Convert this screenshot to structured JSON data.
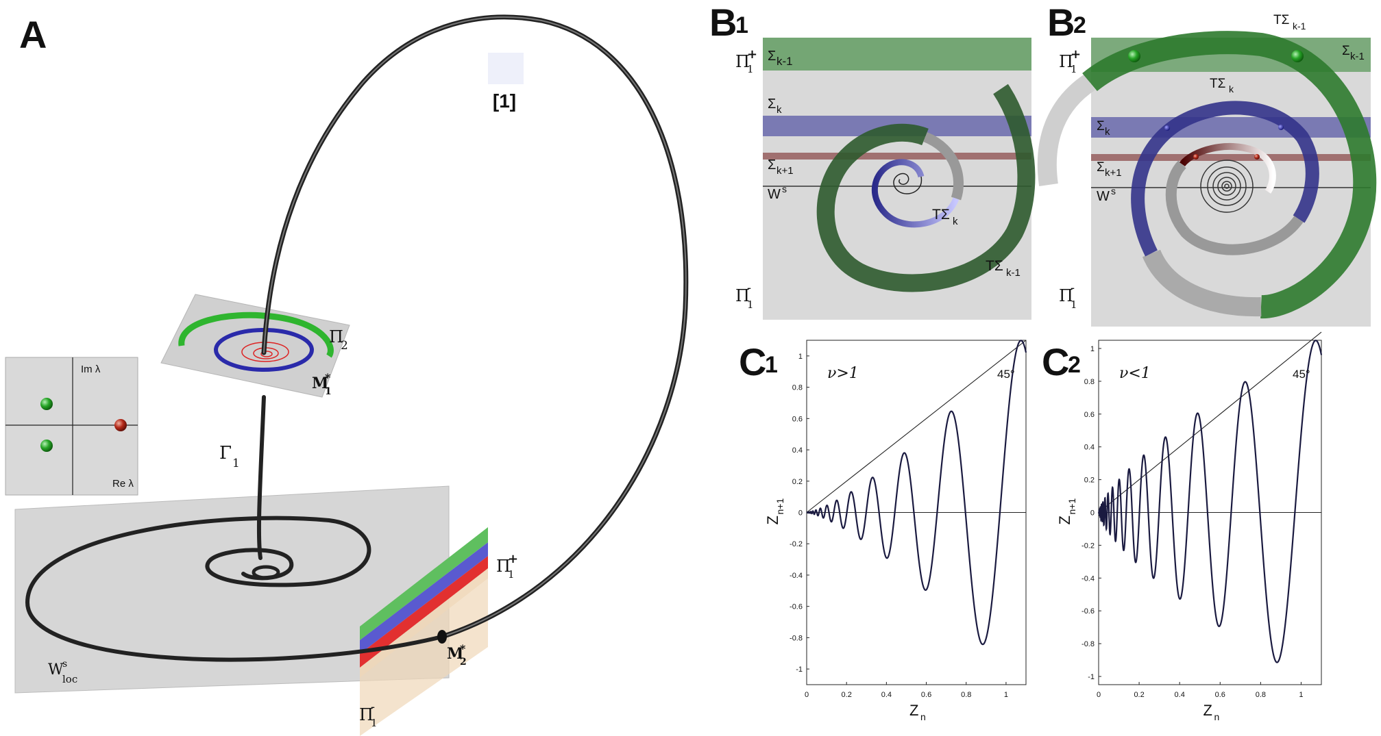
{
  "panels": {
    "A": "A",
    "B1": {
      "letter": "B",
      "sub": "1"
    },
    "B2": {
      "letter": "B",
      "sub": "2"
    },
    "C1": {
      "letter": "C",
      "sub": "1"
    },
    "C2": {
      "letter": "C",
      "sub": "2"
    }
  },
  "panel_a": {
    "orbit_marker": "[1]",
    "gamma": "Γ",
    "gamma_sub": "1",
    "pi2": "Π",
    "pi2_sub": "2",
    "m1": "M",
    "m1_sub": "1",
    "m1_sup": "*",
    "m2": "M",
    "m2_sub": "2",
    "m2_sup": "*",
    "pi1_plus": "Π",
    "pi1_plus_sub": "1",
    "pi1_plus_sup": "+",
    "pi1_minus": "Π",
    "pi1_minus_sub": "1",
    "pi1_minus_sup": "-",
    "wsloc": "W",
    "wsloc_sup": "s",
    "wsloc_sub": "loc",
    "im_lambda": "Im λ",
    "re_lambda": "Re λ"
  },
  "panel_b1": {
    "pi_plus": "Π",
    "pi_plus_sub": "1",
    "pi_plus_sup": "+",
    "pi_minus": "Π",
    "pi_minus_sub": "1",
    "pi_minus_sup": "-",
    "sigma_km1": "Σ",
    "sigma_km1_sub": "k-1",
    "sigma_k": "Σ",
    "sigma_k_sub": "k",
    "sigma_kp1": "Σ",
    "sigma_kp1_sub": "k+1",
    "ws": "W",
    "ws_sup": "s",
    "t_sigma_k": "TΣ",
    "t_sigma_k_sub": "k",
    "t_sigma_km1": "TΣ",
    "t_sigma_km1_sub": "k-1"
  },
  "panel_b2": {
    "pi_plus": "Π",
    "pi_plus_sub": "1",
    "pi_plus_sup": "+",
    "pi_minus": "Π",
    "pi_minus_sub": "1",
    "pi_minus_sup": "-",
    "sigma_km1": "Σ",
    "sigma_km1_sub": "k-1",
    "sigma_k": "Σ",
    "sigma_k_sub": "k",
    "sigma_kp1": "Σ",
    "sigma_kp1_sub": "k+1",
    "ws": "W",
    "ws_sup": "s",
    "t_sigma_k": "TΣ",
    "t_sigma_k_sub": "k",
    "t_sigma_km1": "TΣ",
    "t_sigma_km1_sub": "k-1"
  },
  "colors": {
    "green": "#3d7a3d",
    "green_light": "#5aa75a",
    "blue": "#2a2a8a",
    "red": "#7a2a2a",
    "plane_gray": "#d9d9d9",
    "curve": "#1a1a40"
  },
  "chart_data": [
    {
      "type": "line",
      "panel": "C1",
      "annotation": "ν>1",
      "angle_label": "45°",
      "xlabel": "Z",
      "xlabel_sub": "n",
      "ylabel": "Z",
      "ylabel_sub": "n+1",
      "xlim": [
        0,
        1.1
      ],
      "ylim": [
        -1.1,
        1.1
      ],
      "xticks": [
        "0",
        "0.2",
        "0.4",
        "0.6",
        "0.8",
        "1"
      ],
      "yticks": [
        "-1",
        "-0.8",
        "-0.6",
        "-0.4",
        "-0.2",
        "0",
        "0.2",
        "0.4",
        "0.6",
        "0.8",
        "1"
      ],
      "series": [
        {
          "kind": "diagonal",
          "x": [
            0,
            1.1
          ],
          "y": [
            0,
            1.1
          ]
        },
        {
          "kind": "map",
          "nu": 1.35,
          "omega": 16,
          "amp": 1.0,
          "x_end": 1.1
        }
      ]
    },
    {
      "type": "line",
      "panel": "C2",
      "annotation": "ν<1",
      "angle_label": "45°",
      "xlabel": "Z",
      "xlabel_sub": "n",
      "ylabel": "Z",
      "ylabel_sub": "n+1",
      "xlim": [
        0,
        1.1
      ],
      "ylim": [
        -1.05,
        1.05
      ],
      "xticks": [
        "0",
        "0.2",
        "0.4",
        "0.6",
        "0.8",
        "1"
      ],
      "yticks": [
        "-1",
        "-0.8",
        "-0.6",
        "-0.4",
        "-0.2",
        "0",
        "0.2",
        "0.4",
        "0.6",
        "0.8",
        "1"
      ],
      "series": [
        {
          "kind": "diagonal",
          "x": [
            0,
            1.1
          ],
          "y": [
            0,
            1.1
          ]
        },
        {
          "kind": "map",
          "nu": 0.7,
          "omega": 16,
          "amp": 1.0,
          "x_end": 1.1
        }
      ]
    }
  ]
}
